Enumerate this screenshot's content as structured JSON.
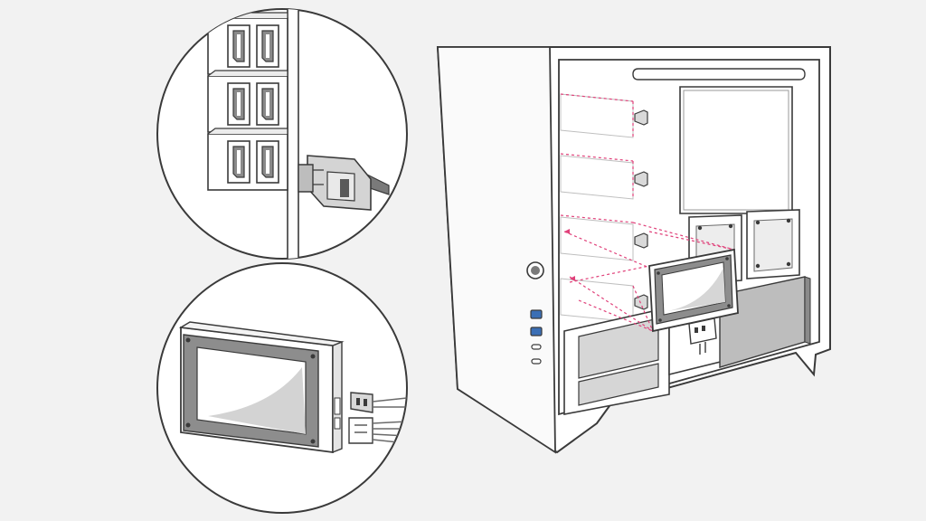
{
  "diagram": {
    "subject": "ssd-installation-in-pc-case",
    "callouts": [
      {
        "id": "sata-motherboard-ports",
        "connector_count": 6
      },
      {
        "id": "ssd-with-sata-power-and-data-cables"
      }
    ],
    "case": {
      "ssd_slots": 4,
      "rear_ssd_brackets": 2,
      "front_usb_a_ports": 2,
      "front_usb_c_ports": 2
    },
    "colors": {
      "background": "#f2f2f2",
      "outline": "#3a3a3a",
      "panel_fill": "#ffffff",
      "shade_light": "#d9d9d9",
      "shade_mid": "#bfbfbf",
      "shade_dark": "#8a8a8a",
      "guide_line": "#e0417a",
      "port_accent": "#3b6fb5"
    }
  }
}
